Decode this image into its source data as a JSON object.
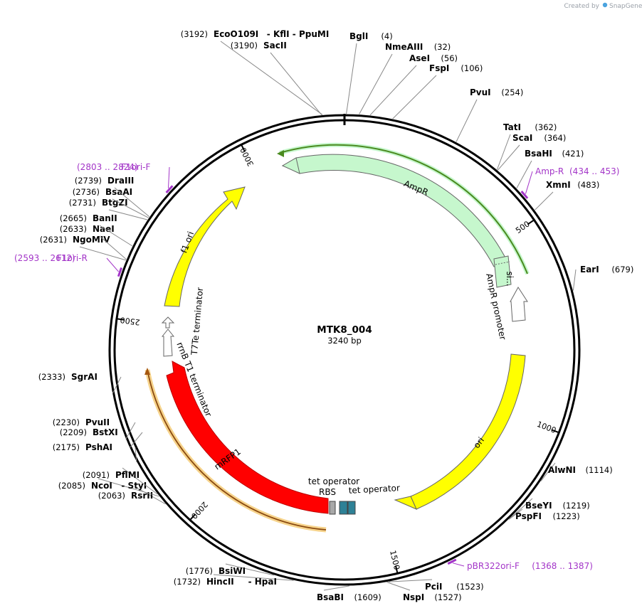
{
  "credit": {
    "prefix": "Created by",
    "brand": "SnapGene"
  },
  "plasmid": {
    "name": "MTK8_004",
    "length": 3240,
    "length_label": "3240 bp"
  },
  "ticks": [
    {
      "pos": 500,
      "label": "500"
    },
    {
      "pos": 1000,
      "label": "1000"
    },
    {
      "pos": 1500,
      "label": "1500"
    },
    {
      "pos": 2000,
      "label": "2000"
    },
    {
      "pos": 2500,
      "label": "2500"
    },
    {
      "pos": 3000,
      "label": "3000"
    }
  ],
  "colors": {
    "backbone": "#000000",
    "ampr": "#c6f7cd",
    "ori": "#ffff00",
    "mrfp": "#ff0000",
    "promoter": "#ffffff",
    "operator": "#2e8196",
    "rbs": "#a8a8a8",
    "primer": "#a335c8",
    "orf_ampr": "#4a8a1f",
    "orf_mrfp": "#a5560f"
  },
  "features": [
    {
      "label": "AmpR",
      "color": "#c6f7cd",
      "start": 1,
      "end": 670
    },
    {
      "label": "si...",
      "color": "#c6f7cd",
      "start": 600,
      "end": 670
    },
    {
      "label": "AmpR promoter",
      "color": "#ffffff",
      "start": 680,
      "end": 790
    },
    {
      "label": "ori",
      "color": "#ffff00",
      "start": 970,
      "end": 1560
    },
    {
      "label": "tet operator",
      "color": "#2e8196",
      "start": 1595,
      "end": 1625
    },
    {
      "label": "tet operator",
      "color": "#2e8196",
      "start": 1625,
      "end": 1660
    },
    {
      "label": "RBS",
      "color": "#a8a8a8",
      "start": 1665,
      "end": 1680
    },
    {
      "label": "mRFP1",
      "color": "#ff0000",
      "start": 1690,
      "end": 2380
    },
    {
      "label": "rrnB T1 terminator",
      "color": "#ffffff",
      "start": 2390,
      "end": 2440
    },
    {
      "label": "T7Te terminator",
      "color": "#ffffff",
      "start": 2455,
      "end": 2480
    },
    {
      "label": "f1 ori",
      "color": "#ffff00",
      "start": 2535,
      "end": 2990
    }
  ],
  "sites": [
    {
      "name": "EcoO109I",
      "pos": 3192,
      "pos_label": "(3192)",
      "extra": "- KflI  - PpuMI"
    },
    {
      "name": "SacII",
      "pos": 3190,
      "pos_label": "(3190)"
    },
    {
      "name": "BglI",
      "pos": 4,
      "pos_label": "(4)"
    },
    {
      "name": "NmeAIII",
      "pos": 32,
      "pos_label": "(32)"
    },
    {
      "name": "AseI",
      "pos": 56,
      "pos_label": "(56)"
    },
    {
      "name": "FspI",
      "pos": 106,
      "pos_label": "(106)"
    },
    {
      "name": "PvuI",
      "pos": 254,
      "pos_label": "(254)"
    },
    {
      "name": "TatI",
      "pos": 362,
      "pos_label": "(362)"
    },
    {
      "name": "ScaI",
      "pos": 364,
      "pos_label": "(364)"
    },
    {
      "name": "BsaHI",
      "pos": 421,
      "pos_label": "(421)"
    },
    {
      "name": "XmnI",
      "pos": 483,
      "pos_label": "(483)"
    },
    {
      "name": "EarI",
      "pos": 679,
      "pos_label": "(679)"
    },
    {
      "name": "AlwNI",
      "pos": 1114,
      "pos_label": "(1114)"
    },
    {
      "name": "BseYI",
      "pos": 1219,
      "pos_label": "(1219)"
    },
    {
      "name": "PspFI",
      "pos": 1223,
      "pos_label": "(1223)"
    },
    {
      "name": "PciI",
      "pos": 1523,
      "pos_label": "(1523)"
    },
    {
      "name": "NspI",
      "pos": 1527,
      "pos_label": "(1527)"
    },
    {
      "name": "BsaBI",
      "pos": 1609,
      "pos_label": "(1609)"
    },
    {
      "name": "BsiWI",
      "pos": 1776,
      "pos_label": "(1776)"
    },
    {
      "name": "HincII",
      "pos": 1732,
      "pos_label": "(1732)",
      "extra": "- HpaI"
    },
    {
      "name": "RsrII",
      "pos": 2063,
      "pos_label": "(2063)"
    },
    {
      "name": "NcoI",
      "pos": 2085,
      "pos_label": "(2085)",
      "extra": "- StyI"
    },
    {
      "name": "PflMI",
      "pos": 2091,
      "pos_label": "(2091)"
    },
    {
      "name": "PshAI",
      "pos": 2175,
      "pos_label": "(2175)"
    },
    {
      "name": "BstXI",
      "pos": 2209,
      "pos_label": "(2209)"
    },
    {
      "name": "PvuII",
      "pos": 2230,
      "pos_label": "(2230)"
    },
    {
      "name": "SgrAI",
      "pos": 2333,
      "pos_label": "(2333)"
    },
    {
      "name": "NgoMIV",
      "pos": 2631,
      "pos_label": "(2631)"
    },
    {
      "name": "NaeI",
      "pos": 2633,
      "pos_label": "(2633)"
    },
    {
      "name": "BanII",
      "pos": 2665,
      "pos_label": "(2665)"
    },
    {
      "name": "BtgZI",
      "pos": 2731,
      "pos_label": "(2731)"
    },
    {
      "name": "BsaAI",
      "pos": 2736,
      "pos_label": "(2736)"
    },
    {
      "name": "DraIII",
      "pos": 2739,
      "pos_label": "(2739)"
    }
  ],
  "primers": [
    {
      "name": "Amp-R",
      "range": "(434 .. 453)",
      "pos": 443
    },
    {
      "name": "pBR322ori-F",
      "range": "(1368 .. 1387)",
      "pos": 1378
    },
    {
      "name": "F1ori-R",
      "range": "(2593 .. 2612)",
      "pos": 2602
    },
    {
      "name": "F1ori-F",
      "range": "(2803 .. 2824)",
      "pos": 2813
    }
  ]
}
